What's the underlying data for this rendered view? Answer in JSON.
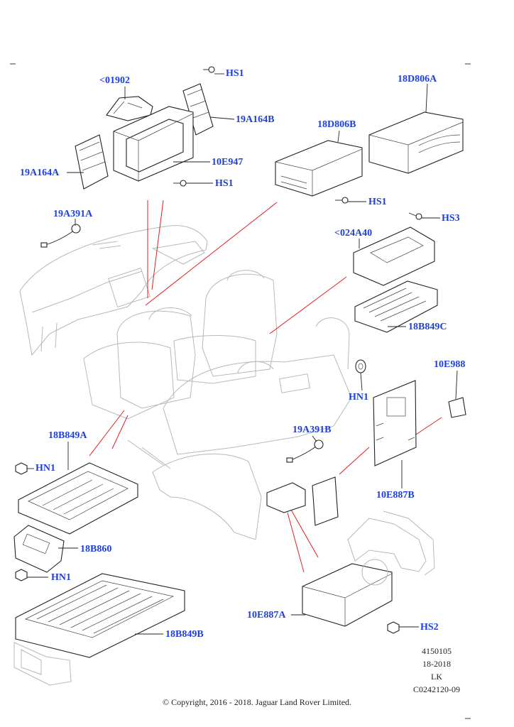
{
  "labels": {
    "c01902": "<01902",
    "hs1_top": "HS1",
    "c19a164b": "19A164B",
    "c18d806a": "18D806A",
    "c18d806b": "18D806B",
    "c19a164a": "19A164A",
    "c10e947": "10E947",
    "hs1_mid": "HS1",
    "hs1_right": "HS1",
    "c19a391a": "19A391A",
    "hs3": "HS3",
    "c024a40": "<024A40",
    "c18b849c": "18B849C",
    "c10e988": "10E988",
    "hn1_mid": "HN1",
    "c18b849a": "18B849A",
    "hn1_left_top": "HN1",
    "c19a391b": "19A391B",
    "c10e887b": "10E887B",
    "c18b860": "18B860",
    "hn1_left_bottom": "HN1",
    "c10e887a": "10E887A",
    "hs2": "HS2",
    "c18b849b": "18B849B"
  },
  "reference": {
    "line1": "4150105",
    "line2": "18-2018",
    "line3": "LK",
    "line4": "C0242120-09"
  },
  "copyright": "© Copyright, 2016 - 2018. Jaguar Land Rover Limited.",
  "colors": {
    "callout_text": "#1f3fd8",
    "leader_red": "#e02020",
    "outline": "#222222"
  }
}
